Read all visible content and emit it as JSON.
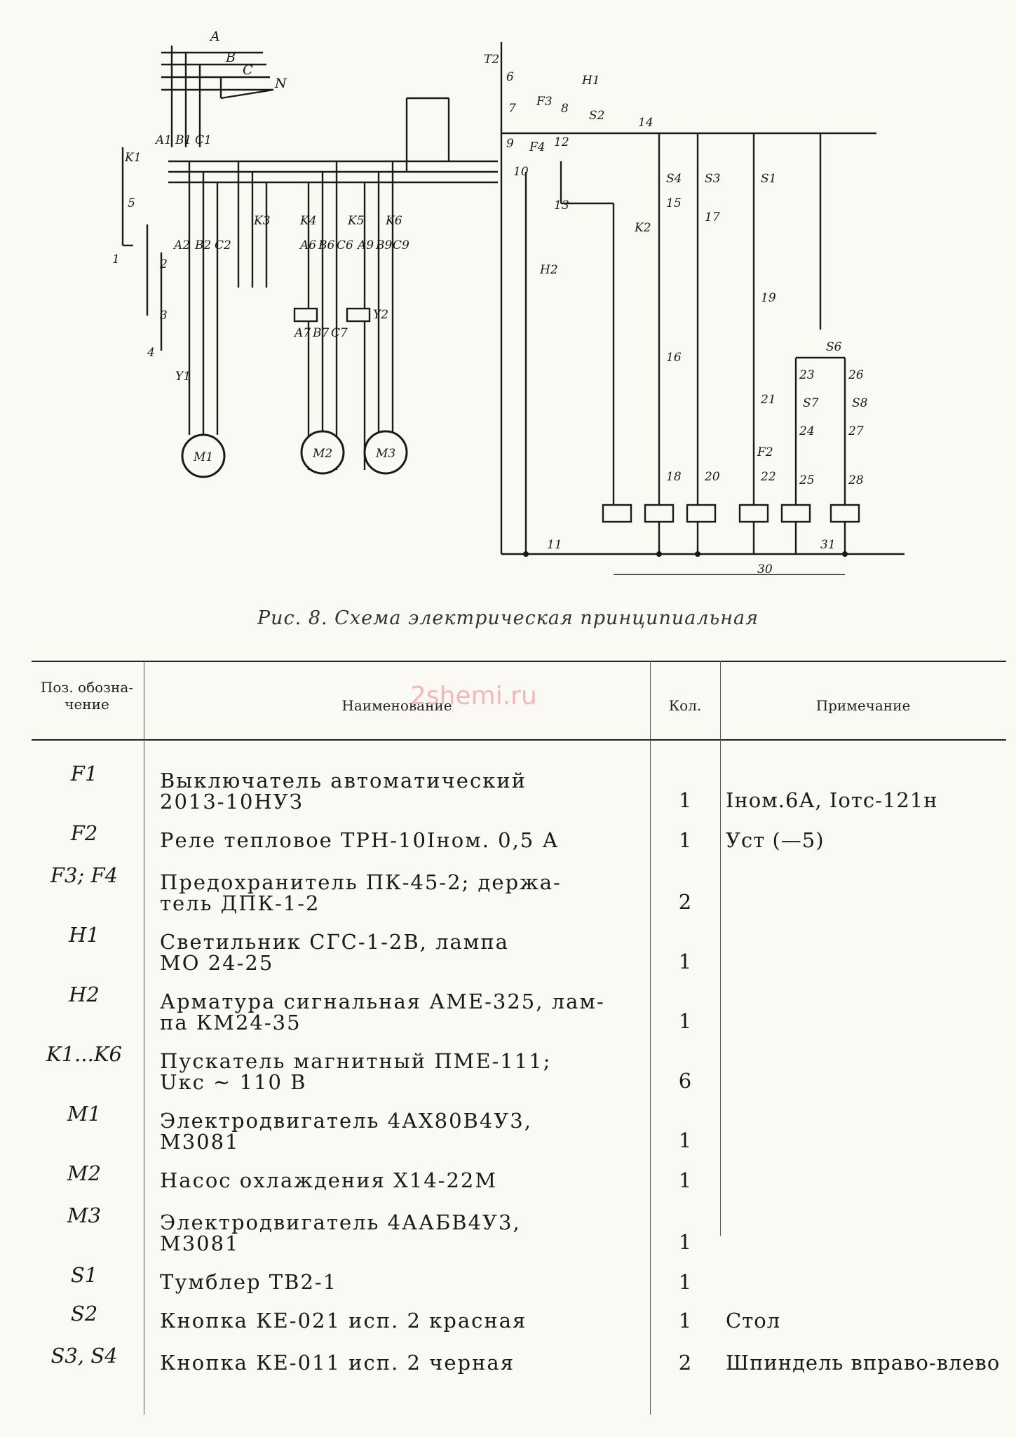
{
  "schematic_labels": {
    "A": "A",
    "B": "B",
    "C": "C",
    "N": "N",
    "A1": "A1",
    "B1": "B1",
    "C1": "C1",
    "K1": "K1",
    "n5": "5",
    "n1": "1",
    "n2": "2",
    "n3": "3",
    "n4": "4",
    "Y1": "Y1",
    "A2": "A2",
    "B2": "B2",
    "C2": "C2",
    "K3": "K3",
    "K4": "K4",
    "K5": "K5",
    "K6": "K6",
    "A6": "A6",
    "B6": "B6",
    "C6": "C6",
    "A9": "A9",
    "B9": "B9",
    "C9": "C9",
    "Y2": "Y2",
    "A7": "A7",
    "B7": "B7",
    "C7": "C7",
    "M1": "M1",
    "M2": "M2",
    "M3": "M3",
    "T2": "T2",
    "n6": "6",
    "n7": "7",
    "n8": "8",
    "n9": "9",
    "n10": "10",
    "H1": "H1",
    "H2": "H2",
    "F3": "F3",
    "F4": "F4",
    "S2": "S2",
    "n12": "12",
    "n13": "13",
    "n14": "14",
    "S4": "S4",
    "S3": "S3",
    "S1": "S1",
    "n15": "15",
    "n17": "17",
    "K2": "K2",
    "n16": "16",
    "n19": "19",
    "n21": "21",
    "n18": "18",
    "n20": "20",
    "n22": "22",
    "S6": "S6",
    "n23": "23",
    "n26": "26",
    "S7": "S7",
    "S8": "S8",
    "n24": "24",
    "n27": "27",
    "n25": "25",
    "n28": "28",
    "F2": "F2",
    "n11": "11",
    "n31": "31",
    "n30": "30"
  },
  "caption": "Рис. 8. Схема электрическая принципиальная",
  "table": {
    "headers": {
      "pos": "Поз. обозна- чение",
      "name": "Наименование",
      "qty": "Кол.",
      "note": "Примечание"
    },
    "watermark": "2shemi.ru",
    "rows": [
      {
        "pos": "F1",
        "name1": "Выключатель автоматический",
        "name2": "2013-10НУЗ",
        "qty": "1",
        "note": "Iном.6А, Iотс-121н"
      },
      {
        "pos": "F2",
        "name1": "Реле тепловое ТРН-10Iном. 0,5 А",
        "name2": "",
        "qty": "1",
        "note": "Уст (—5)"
      },
      {
        "pos": "F3; F4",
        "name1": "Предохранитель ПК-45-2; держа-",
        "name2": "тель ДПК-1-2",
        "qty": "2",
        "note": ""
      },
      {
        "pos": "H1",
        "name1": "Светильник СГС-1-2В, лампа",
        "name2": "МО 24-25",
        "qty": "1",
        "note": ""
      },
      {
        "pos": "H2",
        "name1": "Арматура сигнальная АМЕ-325, лам-",
        "name2": "па КМ24-35",
        "qty": "1",
        "note": ""
      },
      {
        "pos": "K1...K6",
        "name1": "Пускатель магнитный ПМЕ-111;",
        "name2": "Uкс ~ 110 В",
        "qty": "6",
        "note": ""
      },
      {
        "pos": "M1",
        "name1": "Электродвигатель 4АХ80В4У3,",
        "name2": "М3081",
        "qty": "1",
        "note": ""
      },
      {
        "pos": "M2",
        "name1": "Насос охлаждения Х14-22М",
        "name2": "",
        "qty": "1",
        "note": ""
      },
      {
        "pos": "M3",
        "name1": "Электродвигатель 4ААБВ4У3,",
        "name2": "М3081",
        "qty": "1",
        "note": ""
      },
      {
        "pos": "S1",
        "name1": "Тумблер ТВ2-1",
        "name2": "",
        "qty": "1",
        "note": ""
      },
      {
        "pos": "S2",
        "name1": "Кнопка КЕ-021 исп. 2 красная",
        "name2": "",
        "qty": "1",
        "note": "Стол"
      },
      {
        "pos": "S3, S4",
        "name1": "Кнопка КЕ-011 исп. 2 черная",
        "name2": "",
        "qty": "2",
        "note": "Шпиндель вправо-влево"
      }
    ]
  }
}
